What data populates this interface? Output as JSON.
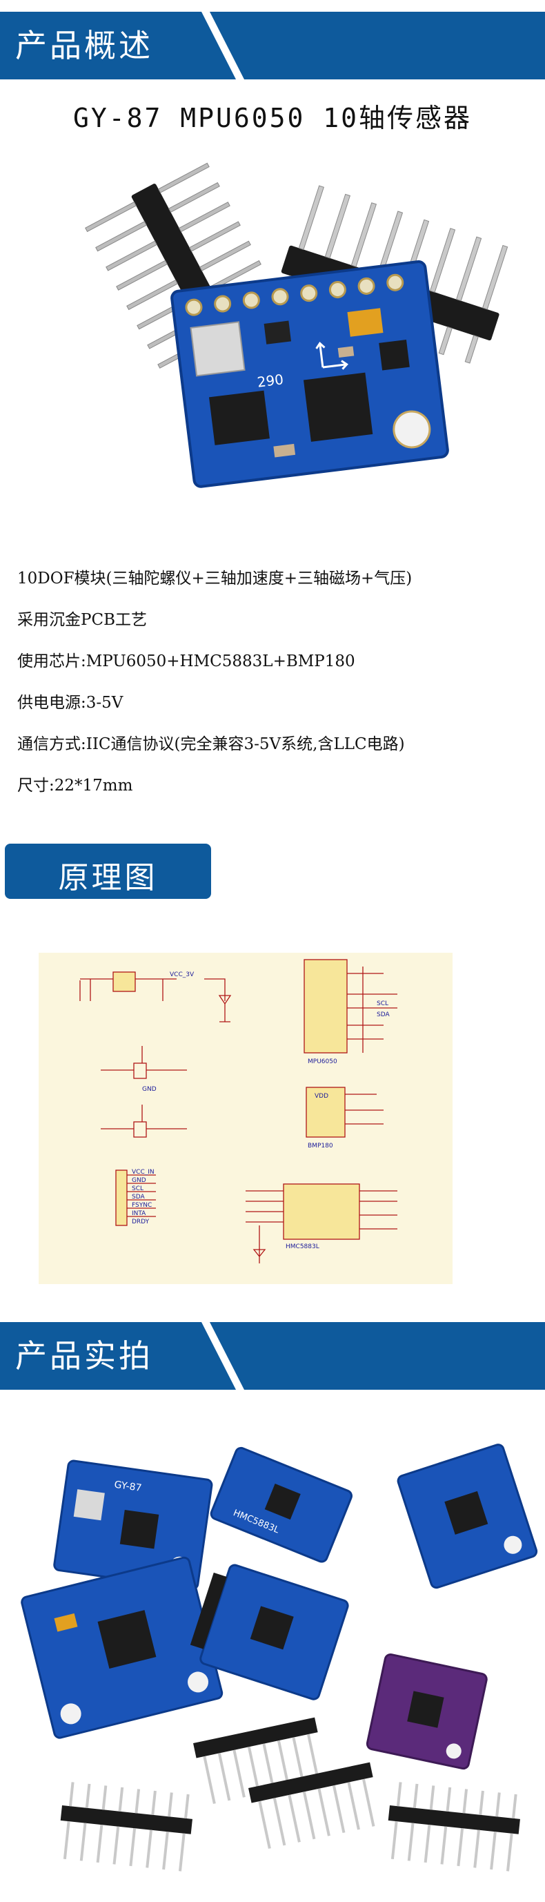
{
  "sections": {
    "overview": "产品概述",
    "schematic": "原理图",
    "photos": "产品实拍"
  },
  "product_title": "GY-87 MPU6050 10轴传感器",
  "specs": [
    "10DOF模块(三轴陀螺仪+三轴加速度+三轴磁场+气压)",
    "采用沉金PCB工艺",
    "使用芯片:MPU6050+HMC5883L+BMP180",
    "供电电源:3-5V",
    "通信方式:IIC通信协议(完全兼容3-5V系统,含LLC电路)",
    "尺寸:22*17mm"
  ],
  "board_labels": {
    "hero_marking": "290",
    "gy87": "GY-87",
    "hmc": "HMC5883L"
  },
  "schematic_labels": {
    "u1": "MPU6050",
    "u2": "HMC5883L",
    "u3": "BMP180",
    "vcc": "VCC_3V",
    "scl": "SCL",
    "sda": "SDA",
    "gnd": "GND",
    "vdd": "VDD",
    "p_vcc": "VCC_IN",
    "p_gnd": "GND",
    "p_scl": "SCL",
    "p_sda": "SDA",
    "p_fsync": "FSYNC",
    "p_int": "INTA",
    "p_drdy": "DRDY"
  },
  "colors": {
    "banner_blue": "#0e5a9c",
    "pcb_blue": "#1a54b8",
    "pcb_purple": "#5b2a7a",
    "schematic_bg": "#fbf6dd",
    "schematic_ink": "#b01616"
  }
}
